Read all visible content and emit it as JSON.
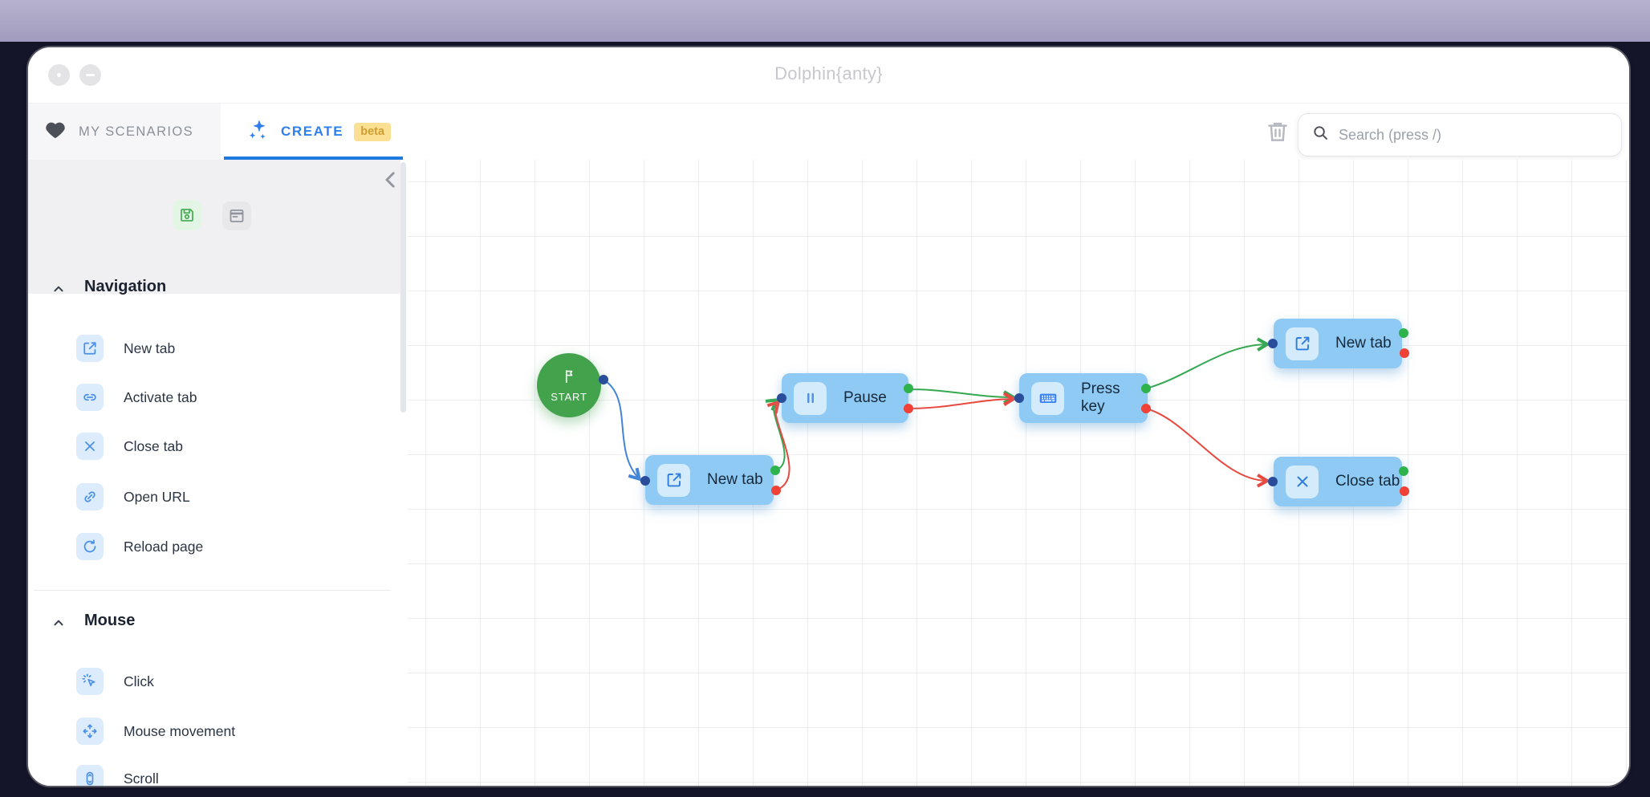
{
  "window": {
    "title": "Dolphin{anty}"
  },
  "tabs": {
    "my_scenarios": "MY SCENARIOS",
    "create": "CREATE",
    "create_badge": "beta"
  },
  "toolbar": {
    "search_placeholder": "Search (press /)"
  },
  "sidebar": {
    "sections": [
      {
        "title": "Navigation",
        "items": [
          {
            "label": "New tab",
            "icon": "new-tab-icon"
          },
          {
            "label": "Activate tab",
            "icon": "activate-tab-icon"
          },
          {
            "label": "Close tab",
            "icon": "close-tab-icon"
          },
          {
            "label": "Open URL",
            "icon": "open-url-icon"
          },
          {
            "label": "Reload page",
            "icon": "reload-page-icon"
          }
        ]
      },
      {
        "title": "Mouse",
        "items": [
          {
            "label": "Click",
            "icon": "click-icon"
          },
          {
            "label": "Mouse movement",
            "icon": "mouse-movement-icon"
          },
          {
            "label": "Scroll",
            "icon": "scroll-icon"
          }
        ]
      }
    ]
  },
  "canvas": {
    "start": {
      "label": "START"
    },
    "nodes": [
      {
        "id": "new-tab-1",
        "label": "New tab",
        "icon": "new-tab-icon"
      },
      {
        "id": "pause",
        "label": "Pause",
        "icon": "pause-icon"
      },
      {
        "id": "press-key",
        "label": "Press key",
        "icon": "keyboard-icon"
      },
      {
        "id": "new-tab-2",
        "label": "New tab",
        "icon": "new-tab-icon"
      },
      {
        "id": "close-tab",
        "label": "Close tab",
        "icon": "close-tab-icon"
      }
    ],
    "edges": [
      {
        "from": "start",
        "to": "new-tab-1",
        "type": "flow",
        "color": "#4285d8"
      },
      {
        "from": "new-tab-1",
        "to": "pause",
        "type": "success",
        "color": "#36a852"
      },
      {
        "from": "new-tab-1",
        "to": "pause",
        "type": "error",
        "color": "#e8493f"
      },
      {
        "from": "pause",
        "to": "press-key",
        "type": "success",
        "color": "#36a852"
      },
      {
        "from": "pause",
        "to": "press-key",
        "type": "error",
        "color": "#e8493f"
      },
      {
        "from": "press-key",
        "to": "new-tab-2",
        "type": "success",
        "color": "#36a852"
      },
      {
        "from": "press-key",
        "to": "close-tab",
        "type": "error",
        "color": "#e8493f"
      }
    ],
    "colors": {
      "node_fill": "#8ecaf4",
      "start_green": "#43a24c",
      "port_in": "#2a4d9b",
      "port_success": "#2eb24c",
      "port_error": "#ef4136",
      "accent_blue": "#2f80ed"
    }
  }
}
